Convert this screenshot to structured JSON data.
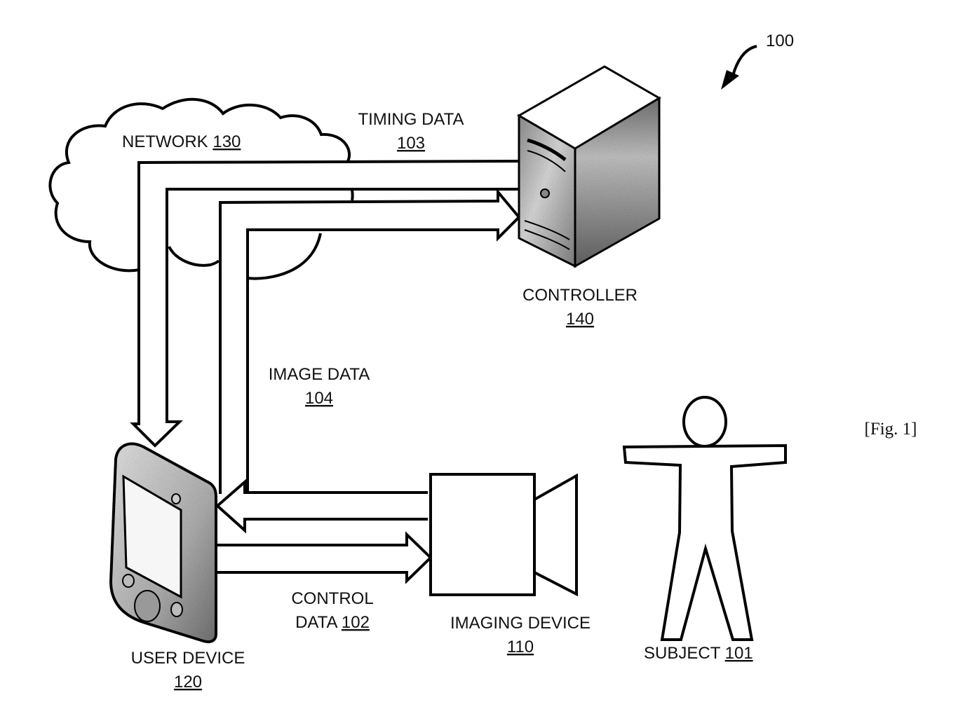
{
  "figure": {
    "reference_number": "100",
    "figure_label": "[Fig. 1]"
  },
  "nodes": {
    "network": {
      "name": "NETWORK",
      "ref": "130"
    },
    "controller": {
      "name": "CONTROLLER",
      "ref": "140"
    },
    "user_device": {
      "name": "USER DEVICE",
      "ref": "120"
    },
    "imaging_device": {
      "name": "IMAGING DEVICE",
      "ref": "110"
    },
    "subject": {
      "name": "SUBJECT",
      "ref": "101"
    }
  },
  "flows": {
    "timing_data": {
      "name": "TIMING DATA",
      "ref": "103",
      "from": "CONTROLLER",
      "to": "USER DEVICE",
      "via": "NETWORK"
    },
    "image_data": {
      "name": "IMAGE DATA",
      "ref": "104",
      "from": "IMAGING DEVICE",
      "to": "CONTROLLER",
      "via": "USER DEVICE, NETWORK"
    },
    "control_data": {
      "line1": "CONTROL",
      "line2": "DATA",
      "ref": "102",
      "from": "USER DEVICE",
      "to": "IMAGING DEVICE"
    }
  },
  "colors": {
    "line": "#000000",
    "background": "#ffffff",
    "shade_dark": "#6b6b6b",
    "shade_light": "#d9d9d9"
  }
}
